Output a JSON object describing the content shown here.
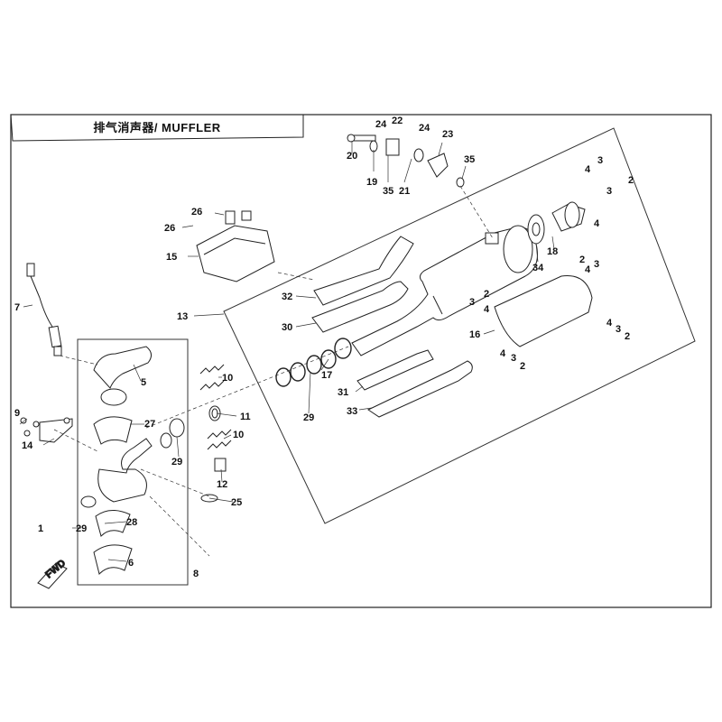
{
  "title": "排气消声器/ MUFFLER",
  "fwd_label": "FWD",
  "callouts": {
    "c1": "1",
    "c2a": "2",
    "c2b": "2",
    "c2c": "2",
    "c2d": "2",
    "c2e": "2",
    "c3a": "3",
    "c3b": "3",
    "c3c": "3",
    "c3d": "3",
    "c3e": "3",
    "c3f": "3",
    "c4a": "4",
    "c4b": "4",
    "c4c": "4",
    "c4d": "4",
    "c4e": "4",
    "c5": "5",
    "c6": "6",
    "c7": "7",
    "c8": "8",
    "c9": "9",
    "c10a": "10",
    "c10b": "10",
    "c11": "11",
    "c12": "12",
    "c13": "13",
    "c14": "14",
    "c15": "15",
    "c16": "16",
    "c17": "17",
    "c18": "18",
    "c19": "19",
    "c20": "20",
    "c21": "21",
    "c22": "22",
    "c23": "23",
    "c24a": "24",
    "c24b": "24",
    "c25": "25",
    "c26a": "26",
    "c26b": "26",
    "c27": "27",
    "c28": "28",
    "c29a": "29",
    "c29b": "29",
    "c29c": "29",
    "c30": "30",
    "c31": "31",
    "c32": "32",
    "c33": "33",
    "c34": "34",
    "c35a": "35",
    "c35b": "35"
  }
}
